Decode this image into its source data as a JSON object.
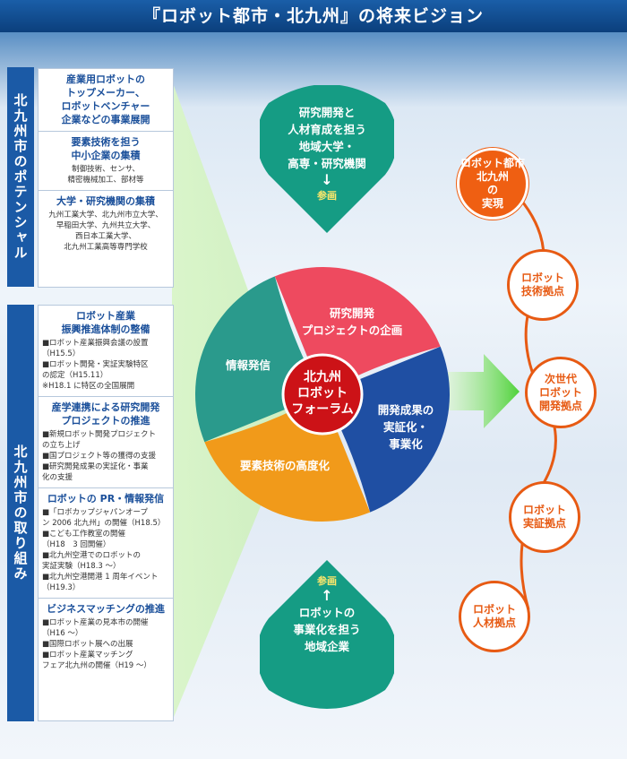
{
  "title": "『ロボット都市・北九州』の将来ビジョン",
  "potential": {
    "label": "北九州市のポテンシャル",
    "sections": [
      {
        "heading": "産業用ロボットの\nトップメーカー、\nロボットベンチャー\n企業などの事業展開",
        "body": ""
      },
      {
        "heading": "要素技術を担う\n中小企業の集積",
        "body": "制御技術、センサ、\n精密機械加工、部材等"
      },
      {
        "heading": "大学・研究機関の集積",
        "body": "九州工業大学、北九州市立大学、\n早稲田大学、九州共立大学、\n西日本工業大学、\n北九州工業高等専門学校"
      }
    ]
  },
  "initiatives": {
    "label": "北九州市の取り組み",
    "sections": [
      {
        "heading": "ロボット産業\n振興推進体制の整備",
        "items": [
          "■ロボット産業振興会議の設置\n（H15.5）",
          "■ロボット開発・実証実験特区\nの認定（H15.11）\n※H18.1 に特区の全国展開"
        ]
      },
      {
        "heading": "産学連携による研究開発\nプロジェクトの推進",
        "items": [
          "■新規ロボット開発プロジェクト\nの立ち上げ",
          "■国プロジェクト等の獲得の支援",
          "■研究開発成果の実証化・事業\n化の支援"
        ]
      },
      {
        "heading": "ロボットの PR・情報発信",
        "items": [
          "■「ロボカップジャパンオープ\nン 2006 北九州」の開催（H18.5）",
          "■こども工作教室の開催\n（H18　3 回開催）",
          "■北九州空港でのロボットの\n実証実験（H18.3 〜）",
          "■北九州空港開港 1 周年イベント\n（H19.3）"
        ]
      },
      {
        "heading": "ビジネスマッチングの推進",
        "items": [
          "■ロボット産業の見本市の開催\n（H16 〜）",
          "■国際ロボット展への出展",
          "■ロボット産業マッチング\nフェア北九州の開催（H19 〜）"
        ]
      }
    ]
  },
  "top_drop": {
    "text": "研究開発と\n人材育成を担う\n地域大学・\n高専・研究機関",
    "arrow": "↓",
    "sub": "参画"
  },
  "bottom_drop": {
    "text": "ロボットの\n事業化を担う\n地域企業",
    "arrow": "↑",
    "sub": "参画"
  },
  "forum": {
    "center": "北九州\nロボット\nフォーラム",
    "segments": [
      {
        "label": "研究開発\nプロジェクトの企画",
        "color": "#ee4a5f"
      },
      {
        "label": "開発成果の\n実証化・\n事業化",
        "color": "#1f4fa3"
      },
      {
        "label": "要素技術の高度化",
        "color": "#f19a1a"
      },
      {
        "label": "情報発信",
        "color": "#2a9a8c"
      }
    ],
    "center_color": "#cc1217"
  },
  "vision": {
    "goal": "ロボット都市\n北九州\nの\n実現",
    "bases": [
      "ロボット\n技術拠点",
      "次世代\nロボット\n開発拠点",
      "ロボット\n実証拠点",
      "ロボット\n人材拠点"
    ]
  },
  "colors": {
    "accent": "#e75a13",
    "navy": "#0b3f7c",
    "teal": "#1b9a86",
    "green_arrow": "#8fe07a"
  }
}
